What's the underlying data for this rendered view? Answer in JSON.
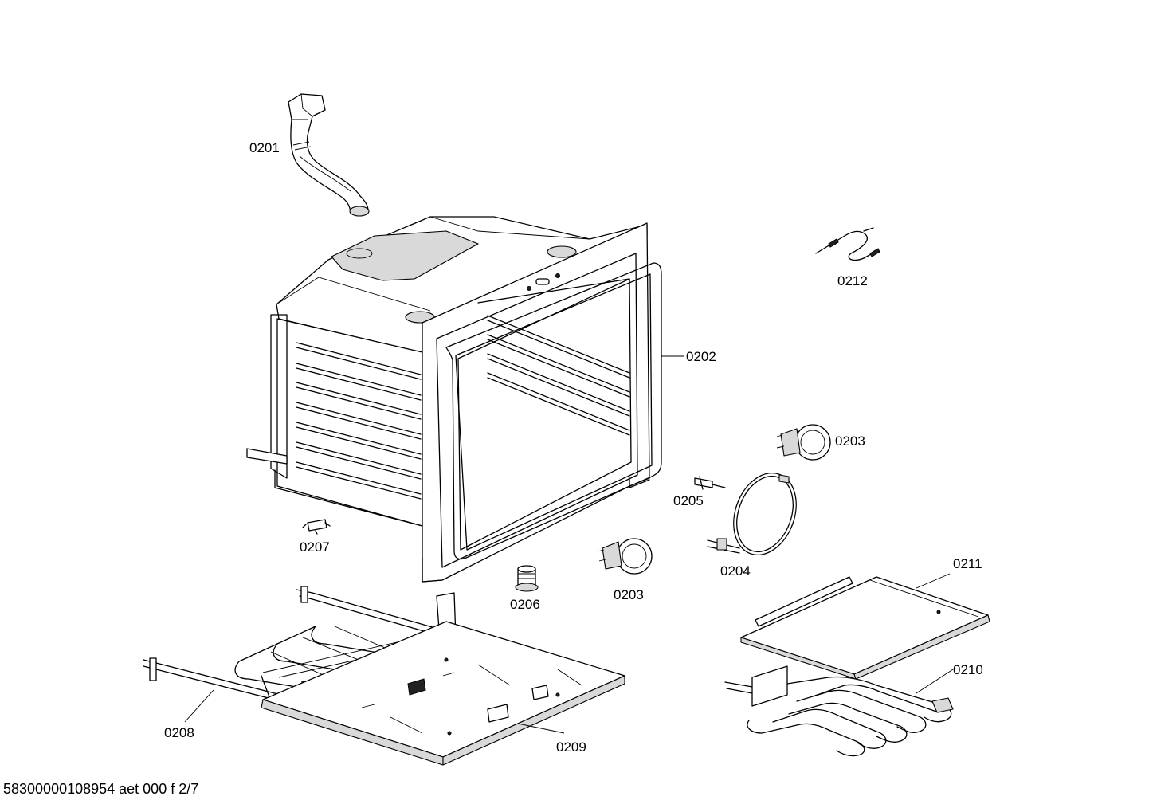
{
  "callouts": [
    {
      "id": "c0201",
      "label": "0201"
    },
    {
      "id": "c0202",
      "label": "0202"
    },
    {
      "id": "c0203a",
      "label": "0203"
    },
    {
      "id": "c0203b",
      "label": "0203"
    },
    {
      "id": "c0204",
      "label": "0204"
    },
    {
      "id": "c0205",
      "label": "0205"
    },
    {
      "id": "c0206",
      "label": "0206"
    },
    {
      "id": "c0207",
      "label": "0207"
    },
    {
      "id": "c0208",
      "label": "0208"
    },
    {
      "id": "c0209",
      "label": "0209"
    },
    {
      "id": "c0210",
      "label": "0210"
    },
    {
      "id": "c0211",
      "label": "0211"
    },
    {
      "id": "c0212",
      "label": "0212"
    }
  ],
  "footer": {
    "text": "58300000108954 aet 000 f 2/7"
  }
}
